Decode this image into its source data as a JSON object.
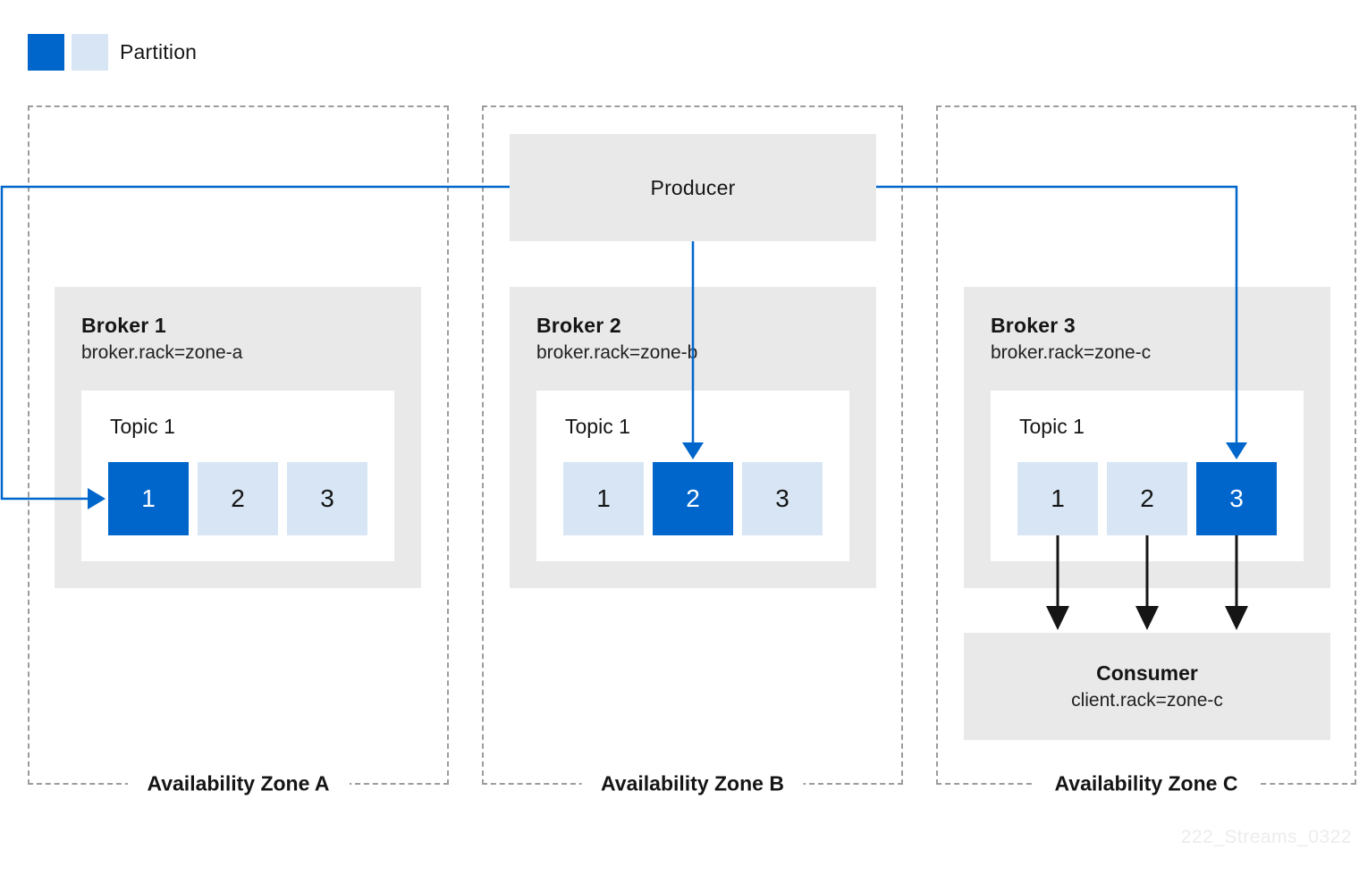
{
  "legend": {
    "label": "Partition",
    "active_color": "#0066CC",
    "replica_color": "#D7E5F4"
  },
  "producer": {
    "label": "Producer"
  },
  "consumer": {
    "title": "Consumer",
    "subtitle": "client.rack=zone-c"
  },
  "zones": [
    {
      "label": "Availability Zone A",
      "broker": {
        "title": "Broker 1",
        "config": "broker.rack=zone-a",
        "topic": {
          "title": "Topic 1",
          "active_partition": "1",
          "partitions": [
            {
              "label": "1",
              "state": "active"
            },
            {
              "label": "2",
              "state": "replica"
            },
            {
              "label": "3",
              "state": "replica"
            }
          ]
        }
      }
    },
    {
      "label": "Availability Zone B",
      "broker": {
        "title": "Broker 2",
        "config": "broker.rack=zone-b",
        "topic": {
          "title": "Topic 1",
          "active_partition": "2",
          "partitions": [
            {
              "label": "1",
              "state": "replica"
            },
            {
              "label": "2",
              "state": "active"
            },
            {
              "label": "3",
              "state": "replica"
            }
          ]
        }
      }
    },
    {
      "label": "Availability Zone C",
      "broker": {
        "title": "Broker 3",
        "config": "broker.rack=zone-c",
        "topic": {
          "title": "Topic 1",
          "active_partition": "3",
          "partitions": [
            {
              "label": "1",
              "state": "replica"
            },
            {
              "label": "2",
              "state": "replica"
            },
            {
              "label": "3",
              "state": "active"
            }
          ]
        }
      }
    }
  ],
  "arrows": {
    "producer_color": "#0066CC",
    "consumer_color": "#151515",
    "producer_targets": [
      "broker1-partition1",
      "broker2-partition2",
      "broker3-partition3"
    ],
    "consumer_sources": [
      "broker3-partition1",
      "broker3-partition2",
      "broker3-partition3"
    ]
  },
  "colors": {
    "node_box_gray": "#E9E9E9",
    "zone_border": "#9C9C9C",
    "text": "#151515"
  },
  "watermark": "222_Streams_0322"
}
